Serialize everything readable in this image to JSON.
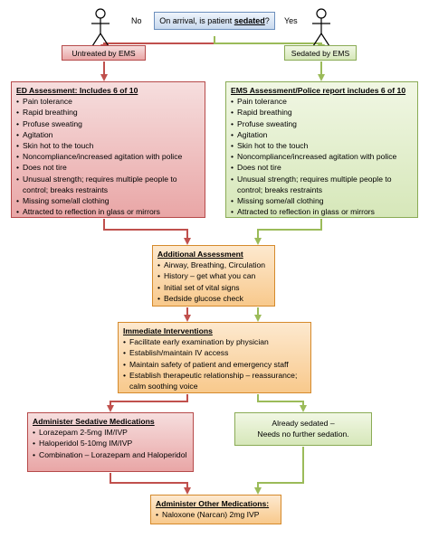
{
  "question": {
    "prefix": "On arrival, is patient ",
    "emph": "sedated",
    "suffix": "?"
  },
  "branch_no": "No",
  "branch_yes": "Yes",
  "untreated_label": "Untreated by EMS",
  "sedated_label": "Sedated by EMS",
  "ed_assessment": {
    "title": "ED Assessment: Includes 6 of 10",
    "items": [
      "Pain tolerance",
      "Rapid breathing",
      "Profuse sweating",
      "Agitation",
      "Skin hot to the touch",
      "Noncompliance/increased agitation with police",
      "Does not tire",
      "Unusual strength; requires multiple people to control; breaks restraints",
      "Missing some/all clothing",
      "Attracted to reflection in glass or mirrors"
    ]
  },
  "ems_assessment": {
    "title": "EMS Assessment/Police report includes 6 of 10",
    "items": [
      "Pain tolerance",
      "Rapid breathing",
      "Profuse sweating",
      "Agitation",
      "Skin hot to the touch",
      "Noncompliance/increased agitation with police",
      "Does not tire",
      "Unusual strength; requires multiple people to control; breaks restraints",
      "Missing some/all clothing",
      "Attracted to reflection in glass or mirrors"
    ]
  },
  "additional_assessment": {
    "title": "Additional Assessment",
    "items": [
      "Airway, Breathing, Circulation",
      "History – get what you can",
      "Initial set of vital signs",
      "Bedside glucose check"
    ]
  },
  "immediate_interventions": {
    "title": "Immediate Interventions",
    "items": [
      "Facilitate early examination by physician",
      "Establish/maintain IV access",
      "Maintain safety of patient and emergency staff",
      "Establish therapeutic relationship – reassurance; calm soothing voice"
    ]
  },
  "sedative_medications": {
    "title": "Administer Sedative Medications",
    "items": [
      "Lorazepam 2-5mg IM/IVP",
      "Haloperidol 5-10mg IM/IVP",
      "Combination – Lorazepam and Haloperidol"
    ]
  },
  "already_sedated": {
    "line1": "Already sedated –",
    "line2": "Needs no further sedation."
  },
  "other_medications": {
    "title": "Administer Other Medications:",
    "items": [
      "Naloxone (Narcan) 2mg IVP"
    ]
  },
  "colors": {
    "red_arrow": "#c0504d",
    "green_arrow": "#9bbb59",
    "orange_arrow": "#f79646"
  }
}
